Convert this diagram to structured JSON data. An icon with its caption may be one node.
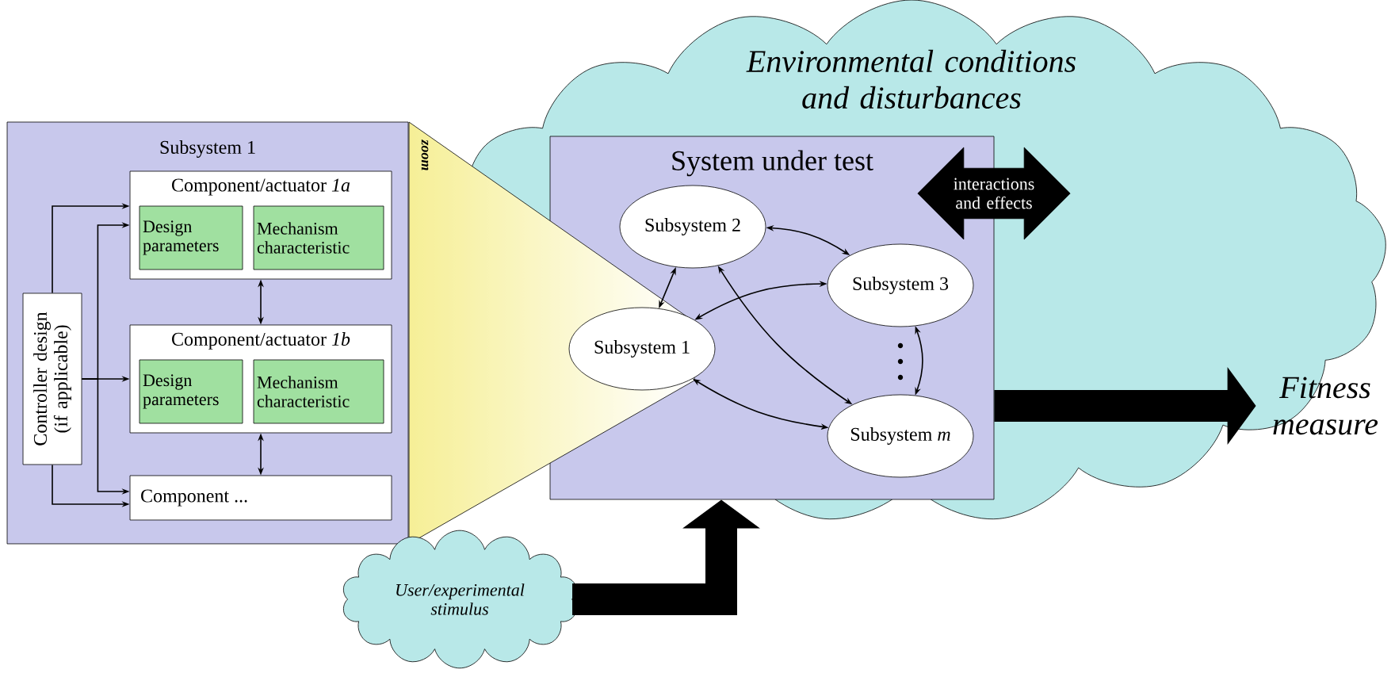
{
  "diagram": {
    "nodes": [
      {
        "text": [
          "Environmental conditions and disturbances"
        ]
      },
      {
        "text": [
          "Subsystem 1"
        ]
      },
      {
        "text": [
          "Component/actuator *1a*"
        ],
        "in": 1
      },
      {
        "text": [
          "Design parameters"
        ],
        "in": 2
      },
      {
        "text": [
          "Mechanism characteristic"
        ],
        "in": 2
      },
      {
        "text": [
          "Controller design (if applicable)"
        ],
        "in": 1
      },
      {
        "text": [
          "Component/actuator *1b*"
        ],
        "in": 1
      },
      {
        "text": [
          "Design parameters"
        ],
        "in": 6
      },
      {
        "text": [
          "Mechanism characteristic"
        ],
        "in": 6
      },
      {
        "text": [
          "Component ..."
        ],
        "in": 1
      },
      {
        "text": [
          "System under test"
        ],
        "in": 0
      },
      {
        "text": [
          "Subsystem 2"
        ],
        "in": 10
      },
      {
        "text": [
          "Subsystem 3"
        ],
        "in": 10
      },
      {
        "text": [
          "Subsystem 1"
        ],
        "in": 10
      },
      {
        "text": [
          "Subsystem *m*"
        ],
        "in": 10
      },
      {
        "text": [
          "interactions and effects"
        ],
        "in": 0
      },
      {
        "text": [
          "User/experimental stimulus"
        ]
      },
      {
        "text": [
          "Fitness measure"
        ]
      }
    ],
    "edges": [
      {
        "from": 5,
        "to": 2,
        "arrow": "to"
      },
      {
        "from": 5,
        "to": 2,
        "arrow": "to"
      },
      {
        "from": 5,
        "to": 6,
        "arrow": "to"
      },
      {
        "from": 5,
        "to": 9,
        "arrow": "to"
      },
      {
        "from": 5,
        "to": 9,
        "arrow": "to"
      },
      {
        "from": 2,
        "to": 6,
        "arrow": "both"
      },
      {
        "from": 6,
        "to": 9,
        "arrow": "both"
      },
      {
        "from": 11,
        "to": 13,
        "arrow": "both"
      },
      {
        "from": 11,
        "to": 12,
        "arrow": "both"
      },
      {
        "from": 11,
        "to": 14,
        "arrow": "both"
      },
      {
        "from": 13,
        "to": 12,
        "arrow": "both"
      },
      {
        "from": 13,
        "to": 14,
        "arrow": "both"
      },
      {
        "from": 12,
        "to": 14,
        "arrow": "both"
      },
      {
        "from": 10,
        "to": 17,
        "arrow": "to",
        "style": "thick"
      },
      {
        "from": 16,
        "to": 10,
        "arrow": "to",
        "style": "thick"
      }
    ],
    "labels": [
      "zoom"
    ]
  }
}
